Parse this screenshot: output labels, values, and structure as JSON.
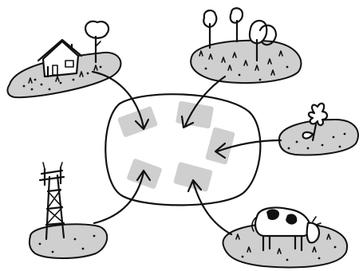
{
  "diagram": {
    "type": "land-use-to-central-area-illustration",
    "central_area": {
      "zones": 5
    },
    "sources": [
      {
        "id": "house",
        "icon": "house-with-tree-icon"
      },
      {
        "id": "forest",
        "icon": "trees-icon"
      },
      {
        "id": "flower",
        "icon": "flower-icon"
      },
      {
        "id": "cow",
        "icon": "cow-icon"
      },
      {
        "id": "tower",
        "icon": "power-tower-icon"
      }
    ],
    "colors": {
      "ink": "#111111",
      "fill": "#cfcfcf",
      "background": "#ffffff"
    }
  }
}
